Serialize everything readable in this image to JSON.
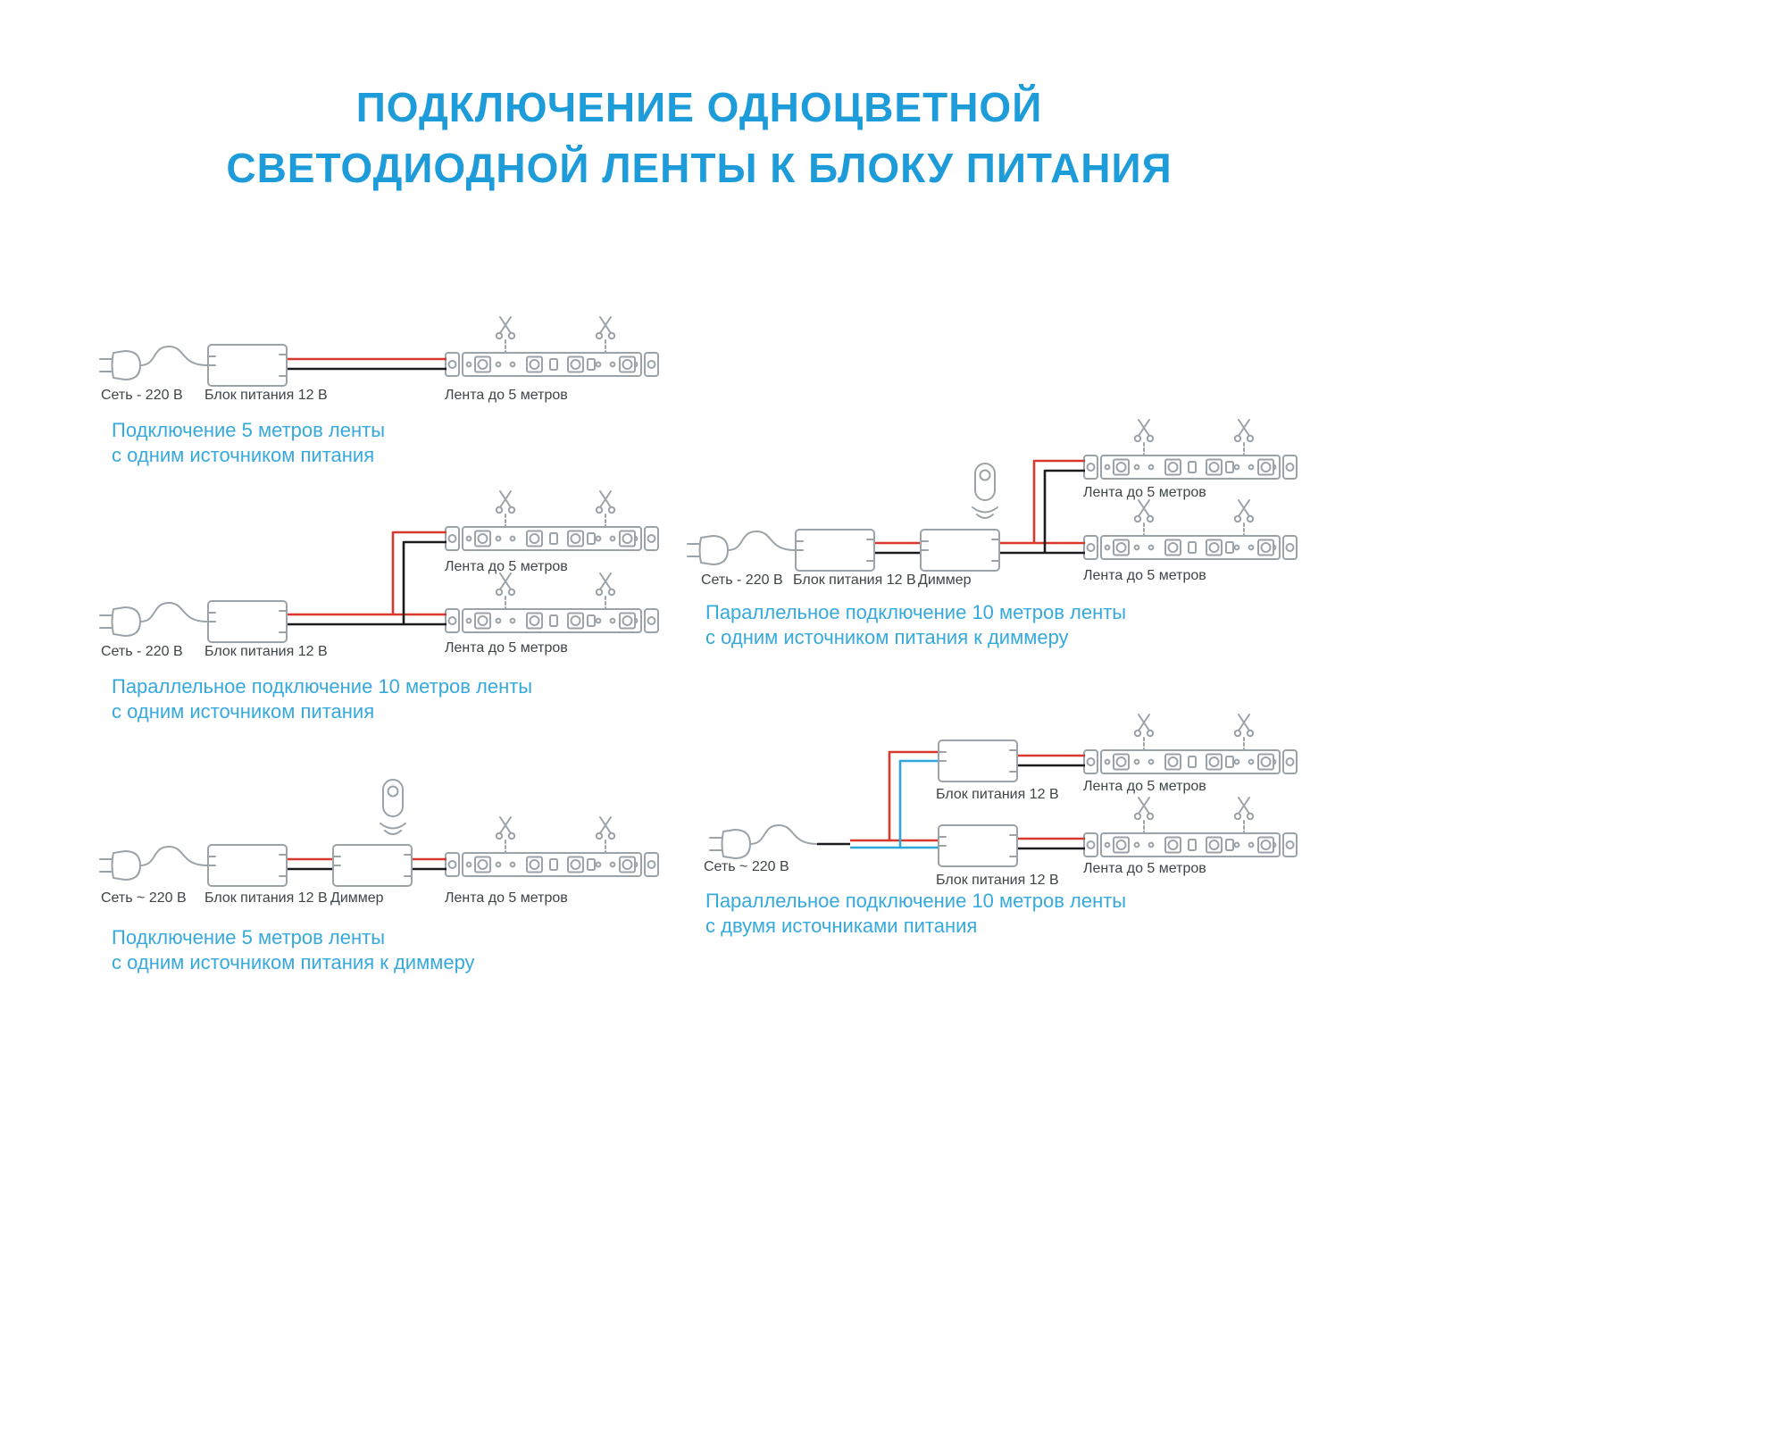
{
  "title": {
    "line1": "ПОДКЛЮЧЕНИЕ ОДНОЦВЕТНОЙ",
    "line2": "СВЕТОДИОДНОЙ ЛЕНТЫ К БЛОКУ ПИТАНИЯ"
  },
  "colors": {
    "title_blue": "#1d9cd9",
    "caption_blue": "#36a9dd",
    "outline_gray": "#9ba2a8",
    "wire_red": "#d8392c",
    "wire_black": "#1c1c1e",
    "wire_blue": "#2ea7db",
    "label_text": "#3f4447"
  },
  "diagrams": {
    "d1": {
      "mains": "Сеть - 220 В",
      "psu": "Блок питания 12 В",
      "strip": "Лента до 5 метров",
      "caption1": "Подключение 5 метров ленты",
      "caption2": "с одним источником питания"
    },
    "d2": {
      "mains": "Сеть - 220 В",
      "psu": "Блок питания 12 В",
      "strip_top": "Лента до 5 метров",
      "strip_bottom": "Лента до 5 метров",
      "caption1": "Параллельное подключение 10 метров ленты",
      "caption2": "с одним источником питания"
    },
    "d3": {
      "mains": "Сеть ~ 220 В",
      "psu": "Блок питания 12 В",
      "dimmer": "Диммер",
      "strip": "Лента до 5 метров",
      "caption1": "Подключение 5 метров ленты",
      "caption2": "с одним источником питания к диммеру"
    },
    "d4": {
      "mains": "Сеть - 220 В",
      "psu": "Блок питания 12 В",
      "dimmer": "Диммер",
      "strip_top": "Лента до 5 метров",
      "strip_bottom": "Лента до 5 метров",
      "caption1": "Параллельное подключение 10 метров ленты",
      "caption2": "с одним источником питания к диммеру"
    },
    "d5": {
      "mains": "Сеть ~ 220 В",
      "psu_top": "Блок питания 12 В",
      "psu_bottom": "Блок питания 12 В",
      "strip_top": "Лента до 5 метров",
      "strip_bottom": "Лента до 5 метров",
      "caption1": "Параллельное подключение 10 метров ленты",
      "caption2": "с двумя источниками питания"
    }
  }
}
